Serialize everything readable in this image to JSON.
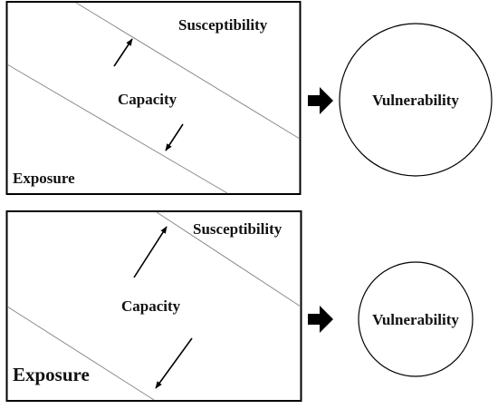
{
  "colors": {
    "box_stroke": "#000000",
    "band_line": "#8a8a8a",
    "arrow": "#000000",
    "text": "#111111"
  },
  "panels": [
    {
      "susceptibility": "Susceptibility",
      "capacity": "Capacity",
      "exposure": "Exposure",
      "vulnerability": "Vulnerability"
    },
    {
      "susceptibility": "Susceptibility",
      "capacity": "Capacity",
      "exposure": "Exposure",
      "vulnerability": "Vulnerability"
    }
  ],
  "icons": {
    "block_arrow": "right-block-arrow-icon",
    "small_arrow": "diagonal-arrow-icon"
  }
}
